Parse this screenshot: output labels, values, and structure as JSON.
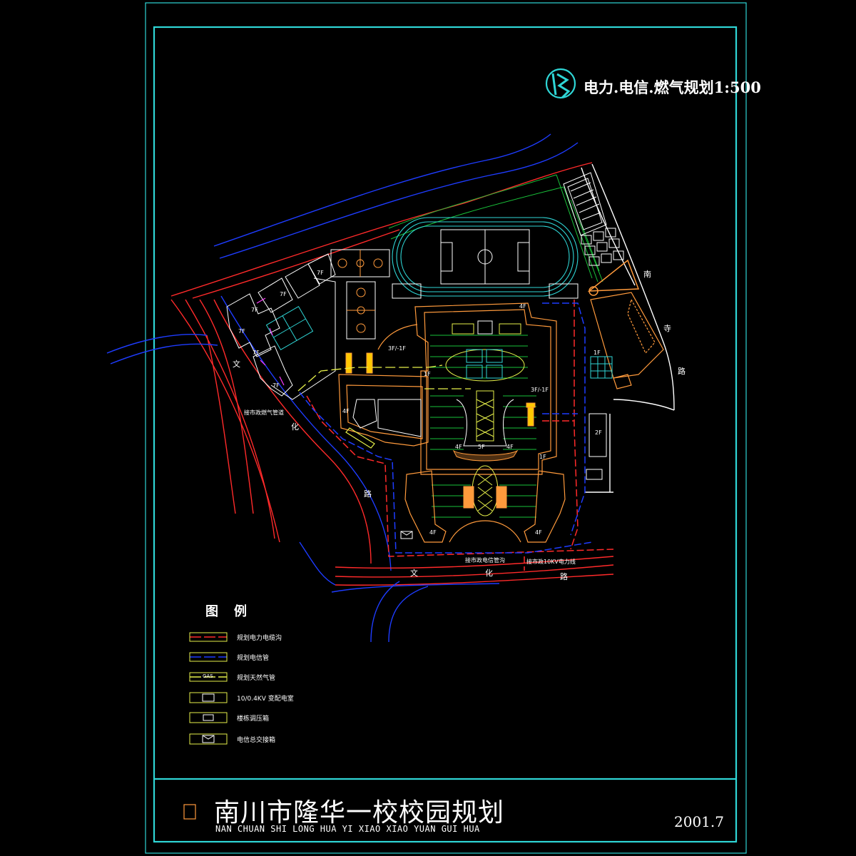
{
  "colors": {
    "frame": "#2fd6d6",
    "power": "#ff2a2a",
    "telecom": "#1e3cff",
    "gas": "#e6f04a",
    "building": "#ff9a3c",
    "field": "#19c23a",
    "white": "#ffffff"
  },
  "header": {
    "plan_title": "电力.电信.燃气规划1:500",
    "logo": "logo-icon"
  },
  "footer": {
    "title_cn": "南川市隆华一校校园规划",
    "title_pinyin": "NAN CHUAN SHI LONG HUA YI XIAO XIAO YUAN GUI HUA",
    "date": "2001.7"
  },
  "legend": {
    "heading": "图例",
    "items": [
      {
        "label": "规划电力电缆沟",
        "icon": "power-cable-line"
      },
      {
        "label": "规划电信管",
        "icon": "telecom-pipe-line"
      },
      {
        "label": "规划天然气管",
        "icon": "gas-pipe-line",
        "line_text": "GAS"
      },
      {
        "label": "10/0.4KV 变配电室",
        "icon": "substation-icon"
      },
      {
        "label": "楼栋调压箱",
        "icon": "regulator-box-icon"
      },
      {
        "label": "电信总交接箱",
        "icon": "telecom-box-icon"
      }
    ]
  },
  "roads": {
    "west": [
      "文",
      "化",
      "路"
    ],
    "south": [
      "文",
      "化",
      "路"
    ],
    "east": [
      "南",
      "寺",
      "路"
    ]
  },
  "floor_tags": {
    "t1": "7F",
    "t2": "7F",
    "t3": "7F",
    "t4": "7F",
    "t5": "7F",
    "t6": "7F",
    "t7": "4F",
    "t8": "3F/-1F",
    "t9": "3F/-1F",
    "t10": "4F",
    "t11": "5F",
    "t12": "4F",
    "t13": "4F",
    "t14": "1F",
    "t15": "1F",
    "t16": "2F",
    "t17": "4F",
    "t18": "4F",
    "t19": "1F"
  },
  "notes": {
    "city_gas": "接市政燃气管道",
    "city_telecom": "接市政电信管沟",
    "city_power": "接市政10KV电力线"
  }
}
